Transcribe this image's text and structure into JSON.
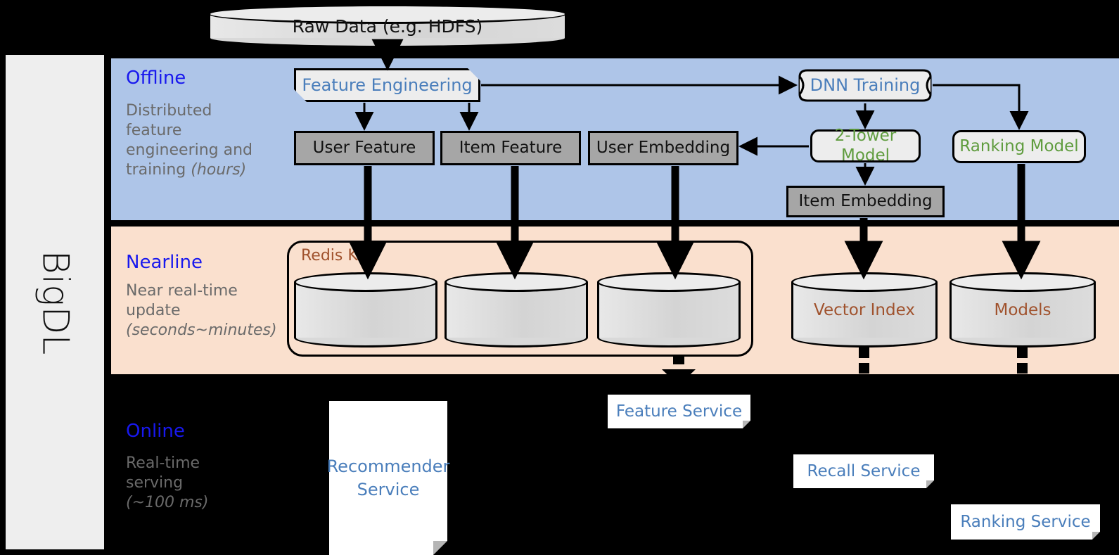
{
  "framework": {
    "name": "BigDL"
  },
  "source": {
    "label": "Raw Data (e.g. HDFS)"
  },
  "bands": [
    {
      "key": "offline",
      "title": "Offline",
      "subtitle": "Distributed feature engineering and ",
      "subtitle_italic": "(hours)",
      "bg": "#aec5e8"
    },
    {
      "key": "nearline",
      "title": "Nearline",
      "subtitle": "Near real-time update ",
      "subtitle_italic": "(seconds~minutes)",
      "bg": "#fae0ce"
    },
    {
      "key": "online",
      "title": "Online",
      "subtitle": "Real-time serving ",
      "subtitle_italic": "(~100 ms)",
      "bg": "#000000"
    }
  ],
  "offline": {
    "title": "Offline",
    "sub_line1": "Distributed",
    "sub_line2": "feature",
    "sub_line3": "engineering and",
    "sub_line4": "training ",
    "sub_italic": "(hours)",
    "feature_engineering": "Feature Engineering",
    "dnn_training": "DNN Training",
    "user_feature": "User Feature",
    "item_feature": "Item Feature",
    "user_embedding": "User Embedding",
    "two_tower_model": "2-Tower Model",
    "ranking_model": "Ranking Model",
    "item_embedding": "Item Embedding"
  },
  "nearline": {
    "title": "Nearline",
    "sub_line1": "Near real-time",
    "sub_line2": "update",
    "sub_italic": "(seconds~minutes)",
    "redis_kv": "Redis KV",
    "store_1": "",
    "store_2": "",
    "store_3": "",
    "vector_index": "Vector Index",
    "models": "Models"
  },
  "online": {
    "title": "Online",
    "sub_line1": "Real-time",
    "sub_line2": "serving",
    "sub_italic": "(~100 ms)",
    "recommender_service": "Recommender Service",
    "recommender_service_l1": "Recommender",
    "recommender_service_l2": "Service",
    "feature_service": "Feature Service",
    "recall_service": "Recall Service",
    "ranking_service": "Ranking Service"
  },
  "colors": {
    "offline_bg": "#aec5e8",
    "nearline_bg": "#fae0ce",
    "online_bg": "#000000",
    "band_title": "#1818ee",
    "band_subtitle": "#6a6a6a",
    "model_text_green": "#5f9c3e",
    "process_text_blue": "#4a7ebb",
    "store_text_brown": "#a0522d",
    "data_box_gray": "#a6a6a6",
    "rail_bg": "#eeeeee"
  }
}
